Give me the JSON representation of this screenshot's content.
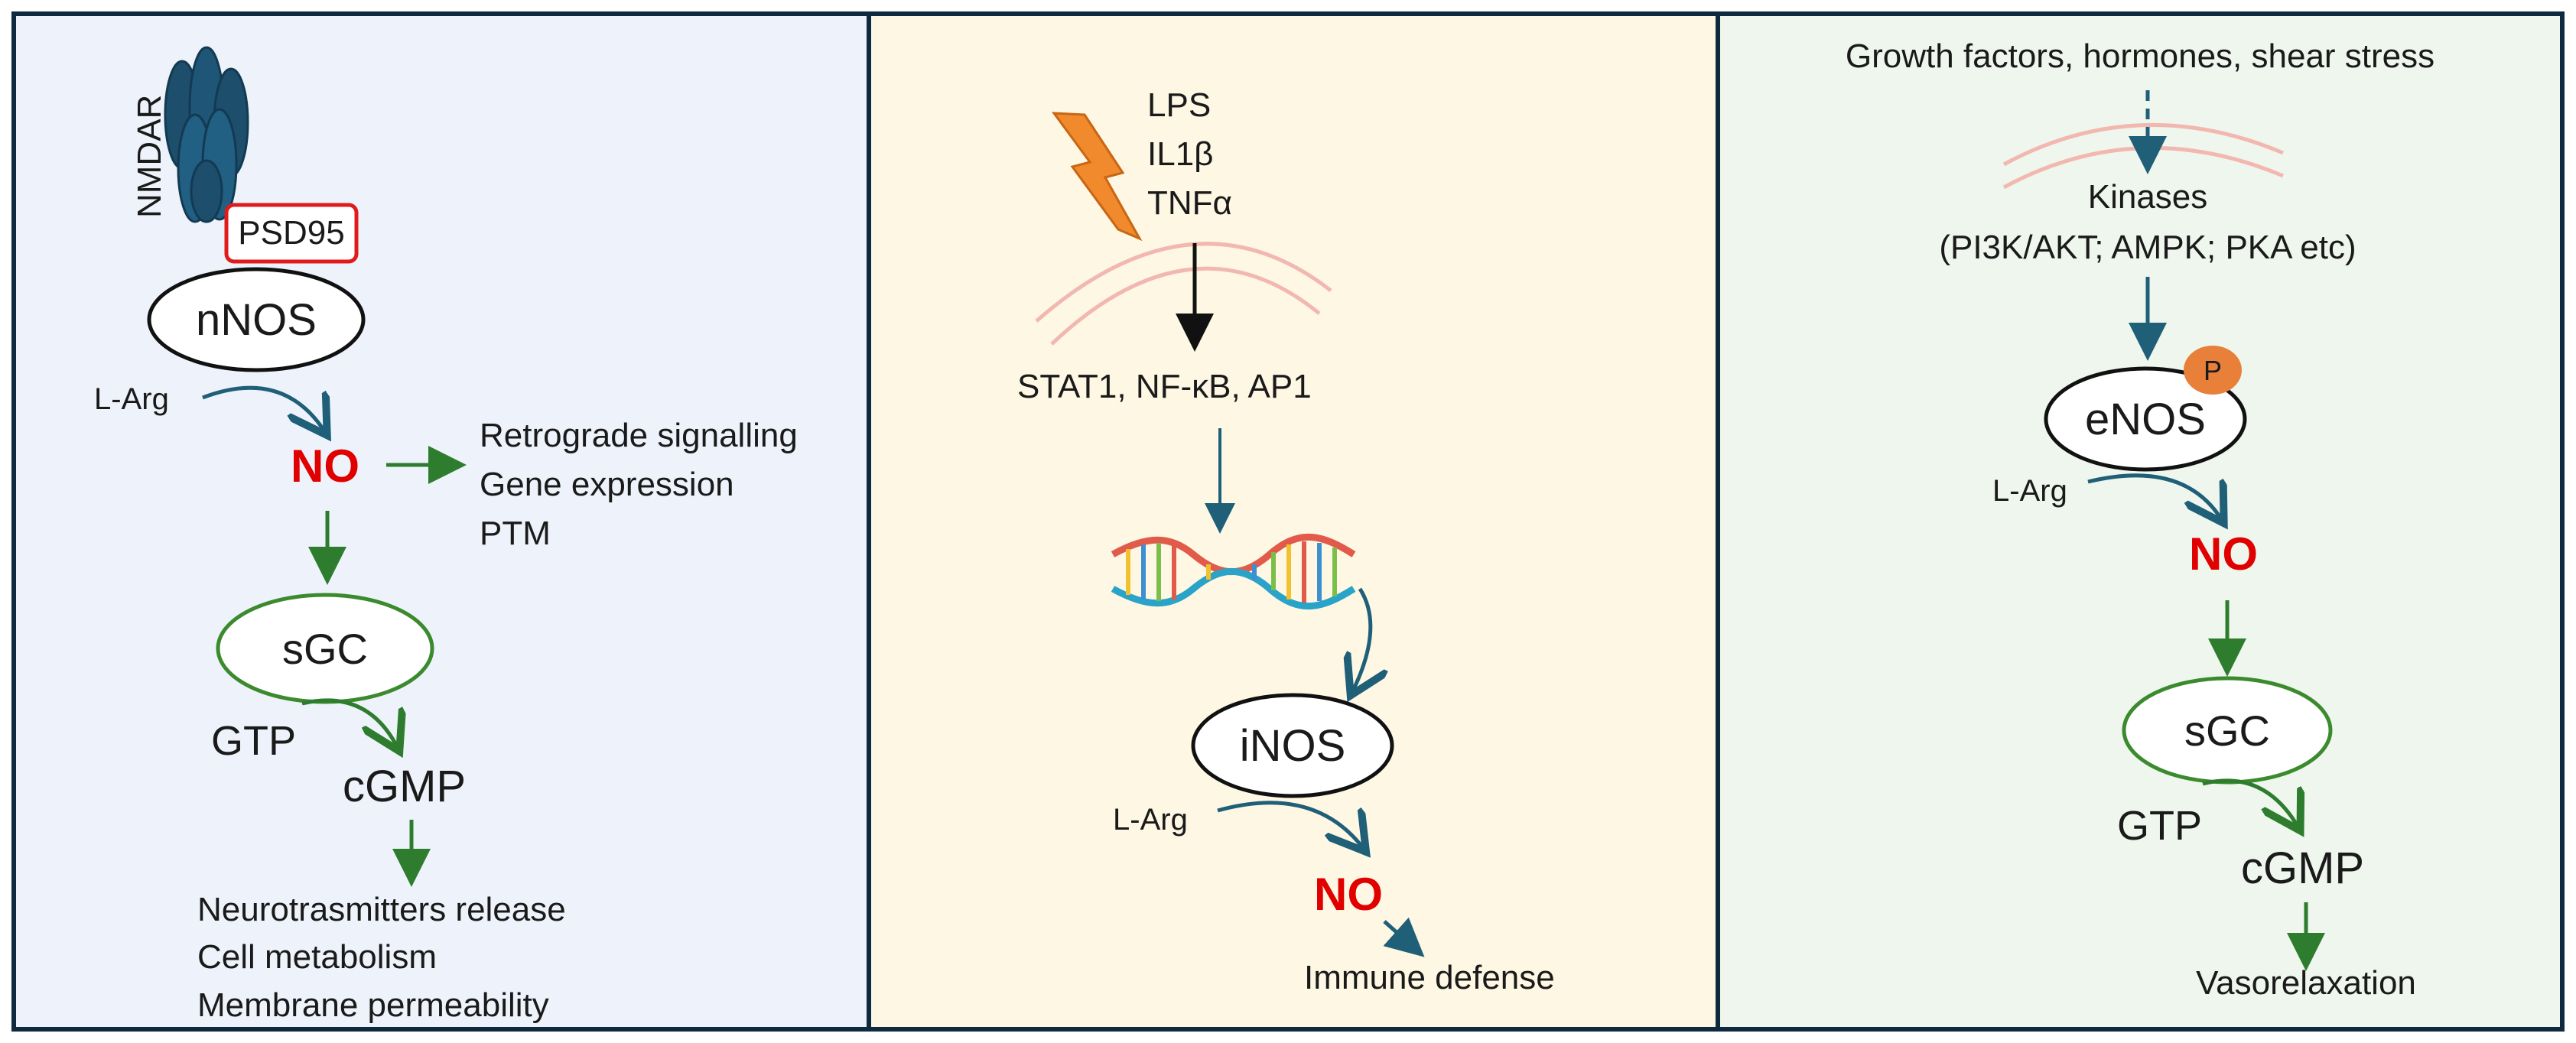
{
  "panel_neuronal": {
    "receptor": "NMDAR",
    "scaffold": "PSD95",
    "enzyme": "nNOS",
    "substrate": "L-Arg",
    "product": "NO",
    "effects": [
      "Retrograde signalling",
      "Gene expression",
      "PTM"
    ],
    "cyclase": "sGC",
    "gtp": "GTP",
    "cgmp": "cGMP",
    "outcomes": [
      "Neurotrasmitters release",
      "Cell metabolism",
      "Membrane permeability"
    ]
  },
  "panel_inducible": {
    "stimuli": [
      "LPS",
      "IL1β",
      "TNFα"
    ],
    "transcription": "STAT1, NF-κB, AP1",
    "enzyme": "iNOS",
    "substrate": "L-Arg",
    "product": "NO",
    "outcome": "Immune defense"
  },
  "panel_endothelial": {
    "stimuli": "Growth factors, hormones, shear stress",
    "kinases_title": "Kinases",
    "kinases_list": "(PI3K/AKT; AMPK; PKA etc)",
    "phospho": "P",
    "enzyme": "eNOS",
    "substrate": "L-Arg",
    "product": "NO",
    "cyclase": "sGC",
    "gtp": "GTP",
    "cgmp": "cGMP",
    "outcome": "Vasorelaxation"
  },
  "colors": {
    "panel1_bg": "#eef3fb",
    "panel2_bg": "#fdf7e4",
    "panel3_bg": "#eef6ee",
    "border": "#0f2a3f",
    "green": "#2e7d2e",
    "teal": "#1f5f78",
    "red": "#e00000",
    "membrane": "#f2b8b0",
    "lightning": "#f08a2c",
    "phospho": "#e8803a"
  }
}
